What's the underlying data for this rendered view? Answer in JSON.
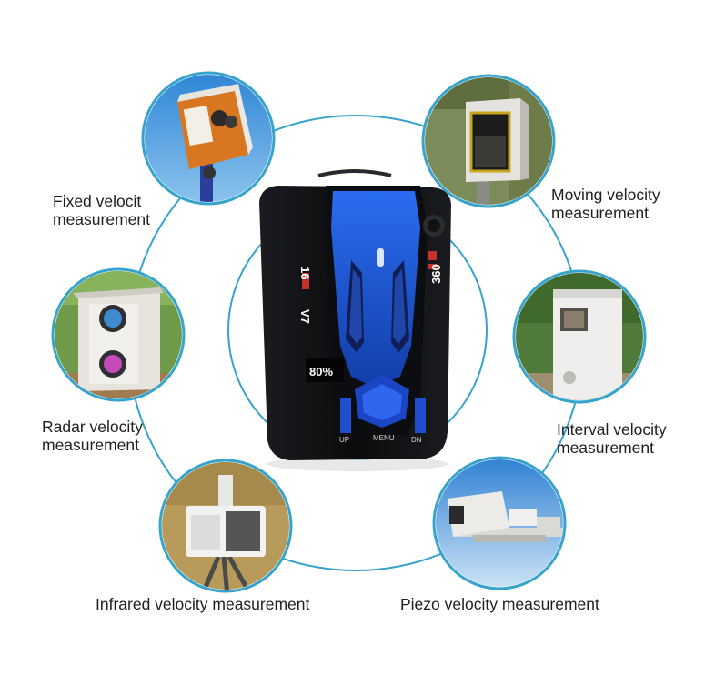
{
  "colors": {
    "ring": "#36a3cc",
    "device_body": "#121316",
    "device_accent": "#1f57d8",
    "text": "#1f1f1f"
  },
  "device": {
    "model_left": "16",
    "model_v": "V7",
    "side_text": "360",
    "display_value": "80%",
    "buttons": {
      "up": "UP",
      "menu": "MENU",
      "down": "DN"
    }
  },
  "labels": {
    "fixed": [
      "Fixed velocit",
      "measurement"
    ],
    "moving": [
      "Moving velocity",
      "measurement"
    ],
    "radar": [
      "Radar velocity",
      "measurement"
    ],
    "interval": [
      "Interval velocity",
      "measurement"
    ],
    "infrared": "Infrared velocity measurement",
    "piezo": "Piezo velocity measurement"
  },
  "icons": {
    "fixed": "fixed-speed-camera-photo",
    "moving": "roadside-speed-camera-photo",
    "radar": "radar-sensor-box-photo",
    "interval": "interval-camera-cabinet-photo",
    "infrared": "tripod-speed-camera-photo",
    "piezo": "overhead-traffic-camera-photo"
  }
}
